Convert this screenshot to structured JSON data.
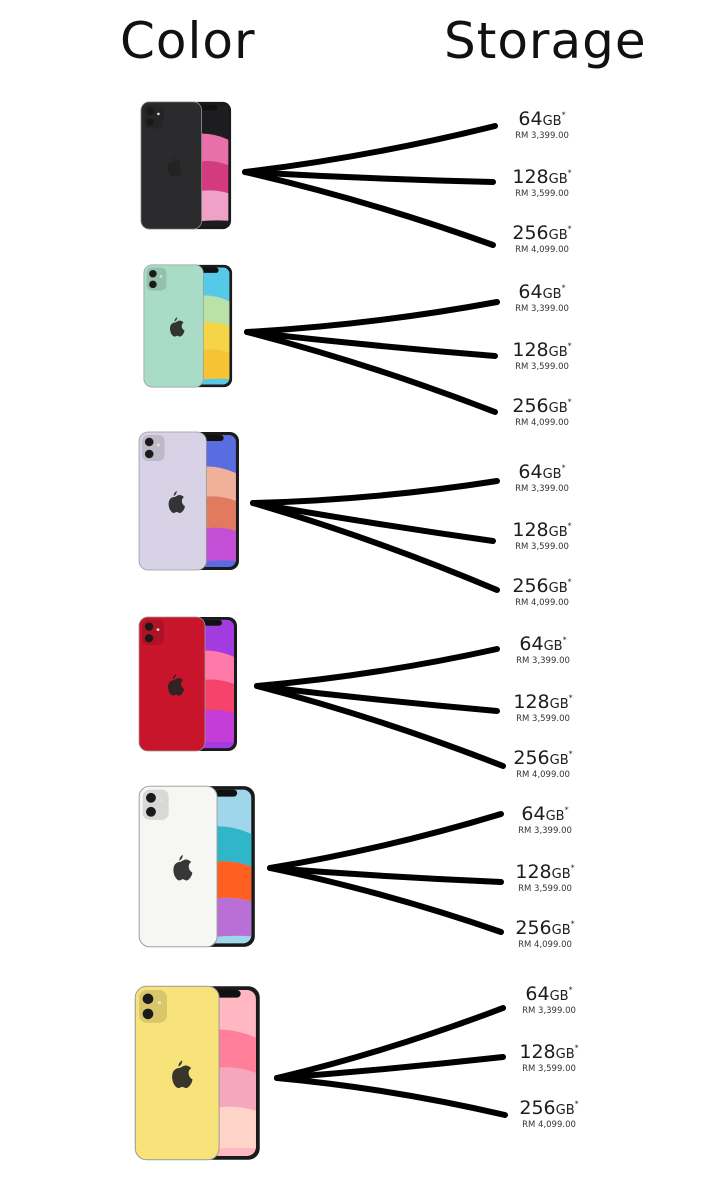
{
  "headers": {
    "color": "Color",
    "storage": "Storage"
  },
  "colors": [
    {
      "name": "black",
      "body": "#2b2b2e",
      "screen": [
        "#1d1d1f",
        "#e86fa8",
        "#d43b7e",
        "#f0a1c8"
      ]
    },
    {
      "name": "green",
      "body": "#a9dcc6",
      "screen": [
        "#56c9e8",
        "#b9e1a8",
        "#f5d547",
        "#f7c233"
      ]
    },
    {
      "name": "purple",
      "body": "#d8d2e6",
      "screen": [
        "#5a6de0",
        "#f0b09a",
        "#e27a5e",
        "#c34fd6"
      ]
    },
    {
      "name": "red",
      "body": "#c8152c",
      "screen": [
        "#a33ce0",
        "#ff7aa8",
        "#f5436b",
        "#c43dd8"
      ]
    },
    {
      "name": "white",
      "body": "#f6f6f4",
      "screen": [
        "#9fd6ea",
        "#2fb7c9",
        "#ff5f1f",
        "#b96fd6"
      ]
    },
    {
      "name": "yellow",
      "body": "#f8e27a",
      "screen": [
        "#ffb7c2",
        "#ff7f9b",
        "#f7a6c0",
        "#ffd4c9"
      ]
    }
  ],
  "storage_groups": [
    [
      {
        "cap": "64",
        "unit": "GB",
        "mark": "*",
        "price": "RM 3,399.00"
      },
      {
        "cap": "128",
        "unit": "GB",
        "mark": "*",
        "price": "RM 3,599.00"
      },
      {
        "cap": "256",
        "unit": "GB",
        "mark": "*",
        "price": "RM 4,099.00"
      }
    ],
    [
      {
        "cap": "64",
        "unit": "GB",
        "mark": "*",
        "price": "RM 3,399.00"
      },
      {
        "cap": "128",
        "unit": "GB",
        "mark": "*",
        "price": "RM 3,599.00"
      },
      {
        "cap": "256",
        "unit": "GB",
        "mark": "*",
        "price": "RM 4,099.00"
      }
    ],
    [
      {
        "cap": "64",
        "unit": "GB",
        "mark": "*",
        "price": "RM 3,399.00"
      },
      {
        "cap": "128",
        "unit": "GB",
        "mark": "*",
        "price": "RM 3,599.00"
      },
      {
        "cap": "256",
        "unit": "GB",
        "mark": "*",
        "price": "RM 4,099.00"
      }
    ],
    [
      {
        "cap": "64",
        "unit": "GB",
        "mark": "*",
        "price": "RM 3,399.00"
      },
      {
        "cap": "128",
        "unit": "GB",
        "mark": "*",
        "price": "RM 3,599.00"
      },
      {
        "cap": "256",
        "unit": "GB",
        "mark": "*",
        "price": "RM 4,099.00"
      }
    ],
    [
      {
        "cap": "64",
        "unit": "GB",
        "mark": "*",
        "price": "RM 3,399.00"
      },
      {
        "cap": "128",
        "unit": "GB",
        "mark": "*",
        "price": "RM 3,599.00"
      },
      {
        "cap": "256",
        "unit": "GB",
        "mark": "*",
        "price": "RM 4,099.00"
      }
    ],
    [
      {
        "cap": "64",
        "unit": "GB",
        "mark": "*",
        "price": "RM 3,399.00"
      },
      {
        "cap": "128",
        "unit": "GB",
        "mark": "*",
        "price": "RM 3,599.00"
      },
      {
        "cap": "256",
        "unit": "GB",
        "mark": "*",
        "price": "RM 4,099.00"
      }
    ]
  ]
}
